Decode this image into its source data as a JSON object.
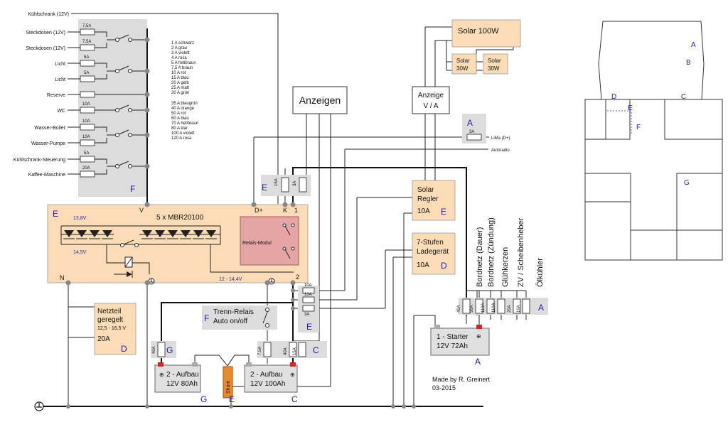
{
  "main_fuses": [
    {
      "label": "Kühlschrank (12V)",
      "rating": ""
    },
    {
      "label": "Steckdosen (12V)",
      "rating": "7,5A"
    },
    {
      "label": "Steckdosen (12V)",
      "rating": "7,5A"
    },
    {
      "label": "Licht",
      "rating": "5A"
    },
    {
      "label": "Licht",
      "rating": "5A"
    },
    {
      "label": "Reserve",
      "rating": ""
    },
    {
      "label": "WC",
      "rating": "10A"
    },
    {
      "label": "Wasser-Boiler",
      "rating": "10A"
    },
    {
      "label": "Wasser-Pumpe",
      "rating": "10A"
    },
    {
      "label": "Kühlschrank-Steuerung",
      "rating": "5A"
    },
    {
      "label": "Kaffee-Maschine",
      "rating": "20A"
    }
  ],
  "fuse_color_legend": [
    "1 A schwarz",
    "2 A grau",
    "3 A violett",
    "4 A rosa",
    "5 A hellbraun",
    "7,5 A braun",
    "10 A rot",
    "15 A blau",
    "20 A gelb",
    "25 A matt",
    "30 A grün",
    "35 A blaugrün",
    "40 A orange",
    "50 A rot",
    "60 A blau",
    "70 A hellbraun",
    "80 A klar",
    "100 A violett",
    "120 A rosa"
  ],
  "zones": {
    "A": "A",
    "B": "B",
    "C": "C",
    "D": "D",
    "E": "E",
    "F": "F",
    "G": "G"
  },
  "mbr_module": {
    "title": "5 x MBR20100",
    "v13": "13,8V",
    "v14": "14,5V",
    "range": "12 - 14,4V",
    "relay": "Relais-Modul",
    "term_V": "V",
    "term_N": "N",
    "term_Dplus": "D+",
    "term_K": "K",
    "term_1": "1",
    "term_2": "2"
  },
  "anzeigen": {
    "label": "Anzeigen"
  },
  "anzeige_va": {
    "line1": "Anzeige",
    "line2": "V / A"
  },
  "solar": {
    "main": "Solar 100W",
    "sub1_a": "Solar",
    "sub1_b": "30W",
    "sub2_a": "Solar",
    "sub2_b": "30W"
  },
  "lima": {
    "fuse": "3A",
    "label": "LiMa (D+)"
  },
  "autoradio": {
    "label": "Autoradio"
  },
  "solar_regler": {
    "line1": "Solar",
    "line2": "Regler",
    "rating": "10A"
  },
  "ladegeraet": {
    "line1": "7-Stufen",
    "line2": "Ladegerät",
    "rating": "10A"
  },
  "netzteil": {
    "line1": "Netzteil",
    "line2": "geregelt",
    "range": "12,5 - 16,5 V",
    "rating": "20A"
  },
  "trenn_relais": {
    "line1": "Trenn-Relais",
    "line2": "Auto on/off"
  },
  "fuses_misc": {
    "f15": "15A",
    "f3": "3A",
    "f10a": "10A",
    "f10b": "10A",
    "f3b": "3A",
    "f75": "7,5A",
    "f40c": "40A",
    "f15c": "15A",
    "f40g": "40A"
  },
  "consumer_fuses": [
    "40A",
    "50A",
    "110A",
    "110A",
    "20A",
    "10A"
  ],
  "consumer_labels": [
    "Bordnetz (Dauer)",
    "Bordnetz (Zündung)",
    "Glühkerzen",
    "ZV / Scheibenheber",
    "Ölkühler"
  ],
  "batteries": {
    "starter": {
      "line1": "1 - Starter",
      "line2": "12V 72Ah"
    },
    "aufbau80": {
      "line1": "2 - Aufbau",
      "line2": "12V 80Ah"
    },
    "aufbau100": {
      "line1": "2 - Aufbau",
      "line2": "12V 100Ah"
    }
  },
  "shunt": {
    "label": "Shunt"
  },
  "credits": {
    "line1": "Made by R. Greinert",
    "line2": "03-2015"
  }
}
